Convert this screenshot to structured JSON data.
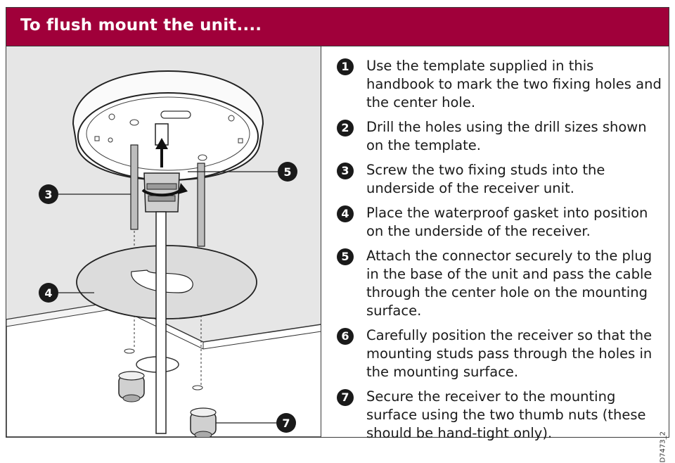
{
  "header": {
    "title": "To flush mount the unit...."
  },
  "steps": [
    {
      "num": "1",
      "text": "Use the template supplied in this handbook to mark the two fixing holes and the center hole."
    },
    {
      "num": "2",
      "text": "Drill the holes using the drill sizes shown on the template."
    },
    {
      "num": "3",
      "text": "Screw the two fixing studs into the underside of the receiver unit."
    },
    {
      "num": "4",
      "text": "Place the waterproof gasket into position on the underside of the receiver."
    },
    {
      "num": "5",
      "text": "Attach the connector securely to the plug in the base of the unit and pass the cable through the center hole on the mounting surface."
    },
    {
      "num": "6",
      "text": "Carefully position the receiver so that the mounting studs pass through the holes in the mounting surface."
    },
    {
      "num": "7",
      "text": "Secure the receiver to the mounting surface using the two thumb nuts (these should be hand-tight only)."
    }
  ],
  "callouts": {
    "c3": "3",
    "c4": "4",
    "c5": "5",
    "c7": "7"
  },
  "document_code": "D7473_2",
  "colors": {
    "header_bg": "#a0003a",
    "surface_gray": "#e6e6e6",
    "ink": "#1a1a1a"
  }
}
